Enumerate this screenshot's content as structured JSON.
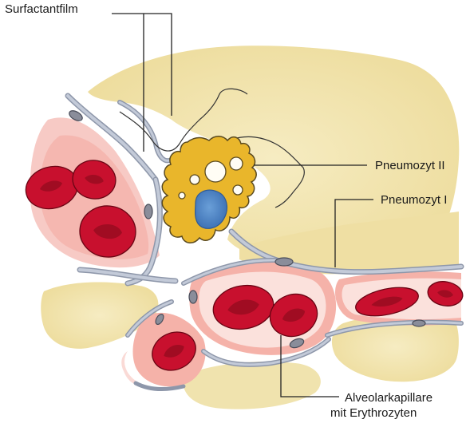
{
  "labels": {
    "surfactant": "Surfactantfilm",
    "pneumocyte_2": "Pneumozyt II",
    "pneumocyte_1": "Pneumozyt I",
    "capillary_line1": "Alveolarkapillare",
    "capillary_line2": "mit Erythrozyten"
  },
  "colors": {
    "alveolar_space": "#f2e6b4",
    "pneumocyte_2": "#e9b62b",
    "nucleus": "#4f86c6",
    "erythrocyte": "#c8102e",
    "capillary_wall": "#f3a7a0",
    "membrane": "#a9b2c3",
    "leader_line": "#222222"
  }
}
